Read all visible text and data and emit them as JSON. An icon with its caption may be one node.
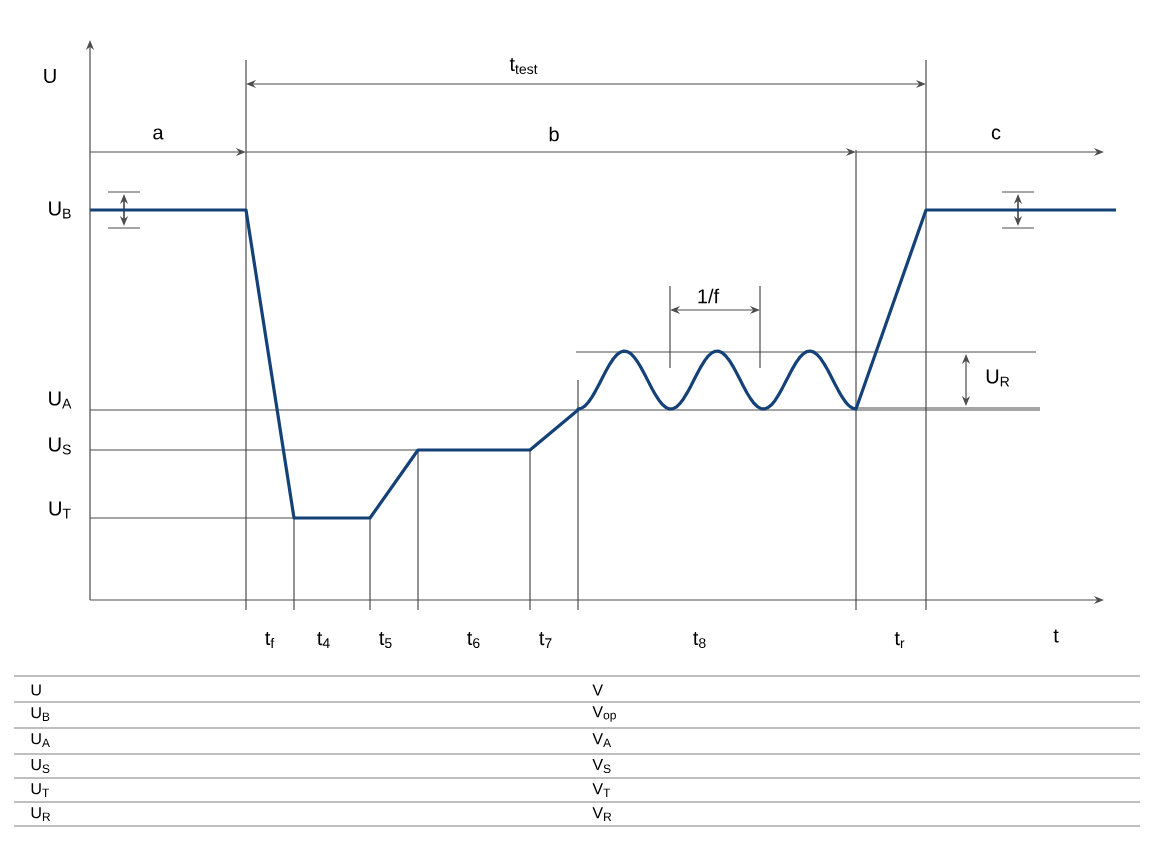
{
  "diagram": {
    "labels": [
      "U",
      "t$_{test}$",
      "a",
      "b",
      "c",
      "U$_{B}$",
      "1/f",
      "U$_{R}$",
      "U$_{A}$",
      "U$_{S}$",
      "U$_{T}$",
      "t$_{f}$",
      "t$_{4}$",
      "t$_{5}$",
      "t$_{6}$",
      "t$_{7}$",
      "t$_{8}$",
      "t$_{r}$",
      "t",
      "U",
      "V",
      "U$_{B}$",
      "V$_{op}$",
      "U$_{A}$",
      "V$_{A}$",
      "U$_{S}$",
      "V$_{S}$",
      "U$_{T}$",
      "V$_{T}$",
      "U$_{R}$",
      "V$_{R}$"
    ]
  }
}
